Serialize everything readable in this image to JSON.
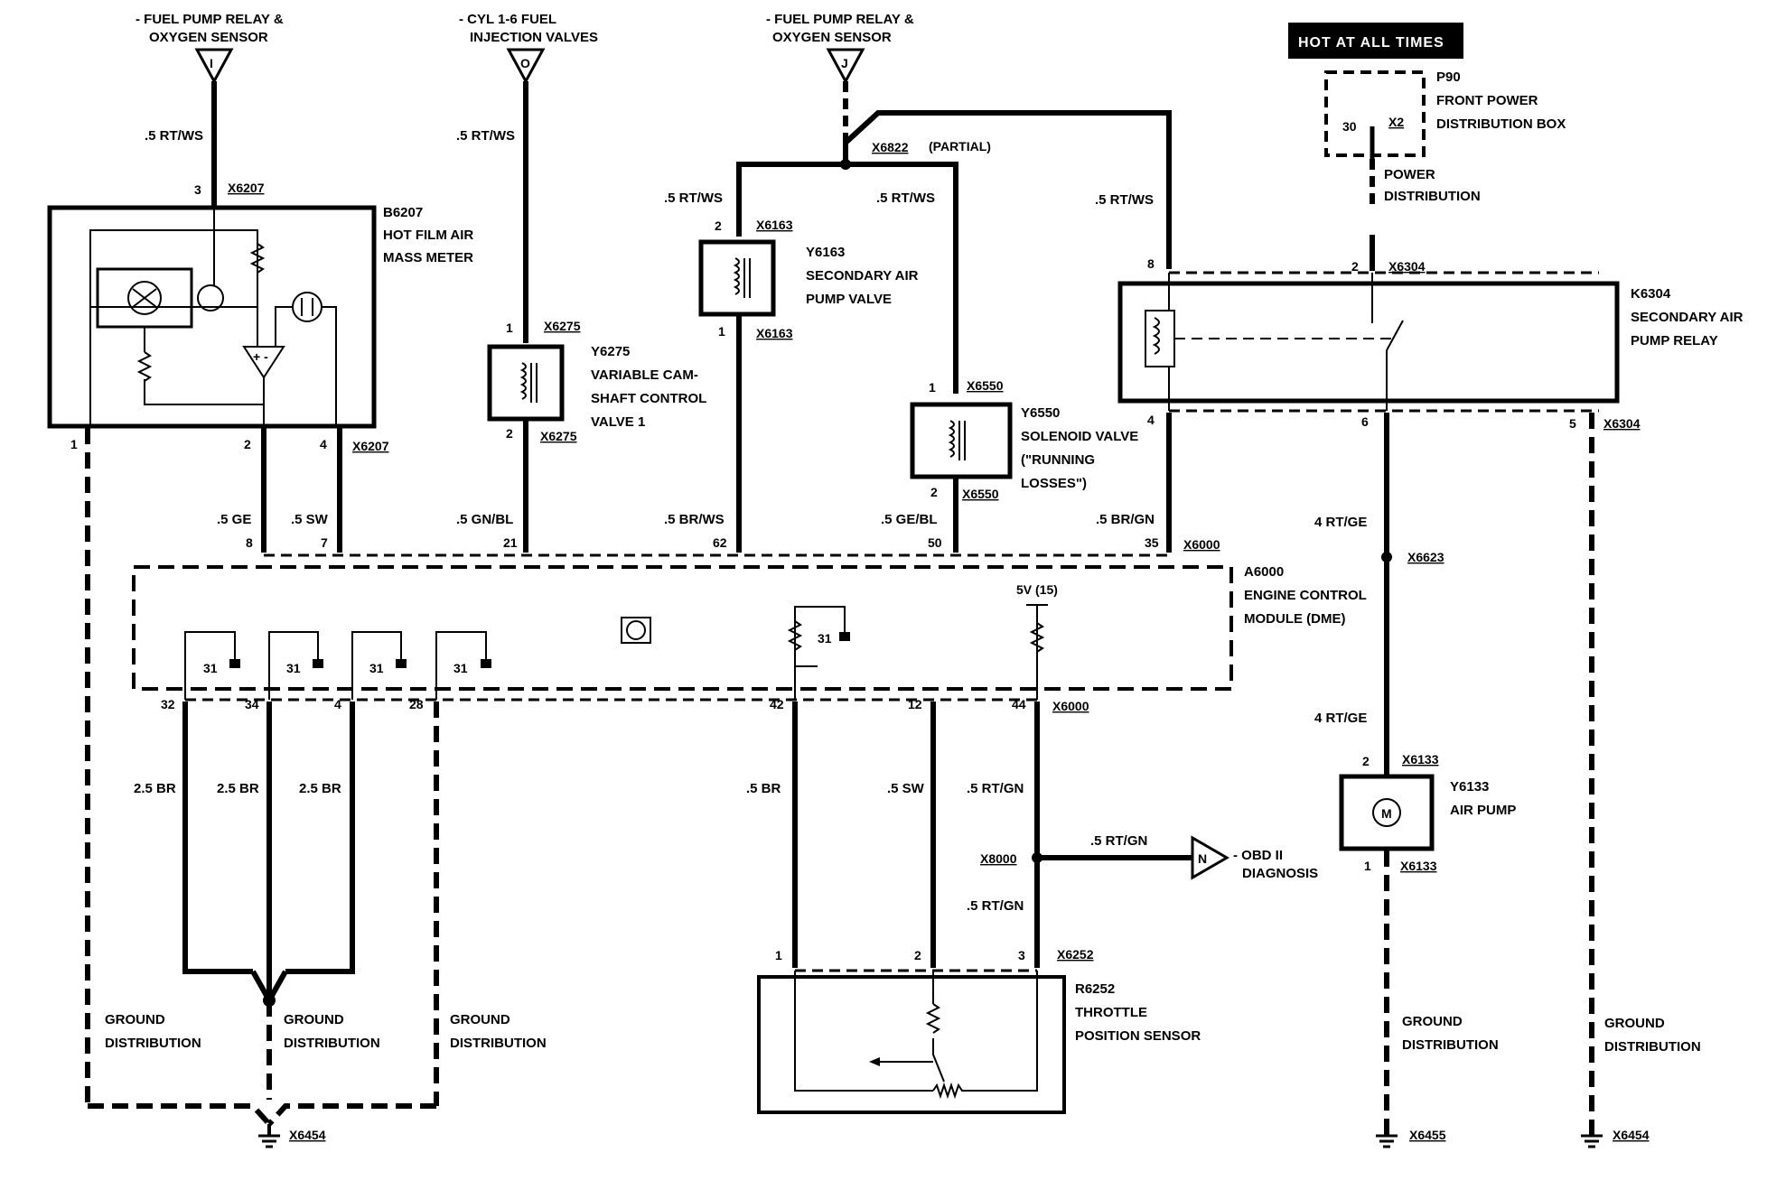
{
  "connectors": {
    "top_left": {
      "letter": "I",
      "lines": [
        "- FUEL PUMP RELAY &",
        "OXYGEN SENSOR"
      ]
    },
    "top_cyl": {
      "letter": "O",
      "lines": [
        "- CYL 1-6 FUEL",
        "INJECTION VALVES"
      ]
    },
    "top_mid": {
      "letter": "J",
      "lines": [
        "- FUEL PUMP RELAY &",
        "OXYGEN SENSOR"
      ]
    },
    "obd": {
      "letter": "N",
      "lines": [
        "- OBD II",
        "DIAGNOSIS"
      ]
    }
  },
  "hot_label": "HOT AT ALL TIMES",
  "components": {
    "p90": {
      "lines": [
        "P90",
        "FRONT POWER",
        "DISTRIBUTION BOX"
      ],
      "pin": "30",
      "conn": "X2"
    },
    "power_dist": {
      "lines": [
        "POWER",
        "DISTRIBUTION"
      ]
    },
    "b6207": {
      "lines": [
        "B6207",
        "HOT FILM AIR",
        "MASS METER"
      ]
    },
    "y6275": {
      "lines": [
        "Y6275",
        "VARIABLE CAM-",
        "SHAFT CONTROL",
        "VALVE 1"
      ]
    },
    "y6163": {
      "lines": [
        "Y6163",
        "SECONDARY AIR",
        "PUMP VALVE"
      ]
    },
    "y6550": {
      "lines": [
        "Y6550",
        "SOLENOID VALVE",
        "(\"RUNNING",
        "LOSSES\")"
      ]
    },
    "k6304": {
      "lines": [
        "K6304",
        "SECONDARY AIR",
        "PUMP RELAY"
      ]
    },
    "a6000": {
      "lines": [
        "A6000",
        "ENGINE CONTROL",
        "MODULE (DME)"
      ],
      "supply": "5V (15)",
      "ground": "31"
    },
    "y6133": {
      "lines": [
        "Y6133",
        "AIR PUMP"
      ]
    },
    "r6252": {
      "lines": [
        "R6252",
        "THROTTLE",
        "POSITION SENSOR"
      ]
    },
    "splice_partial": "(PARTIAL)"
  },
  "ground_distribution": {
    "lines": [
      "GROUND",
      "DISTRIBUTION"
    ]
  },
  "connector_ids": {
    "x6207": "X6207",
    "x6275": "X6275",
    "x6163": "X6163",
    "x6550": "X6550",
    "x6822": "X6822",
    "x6304": "X6304",
    "x6000": "X6000",
    "x6623": "X6623",
    "x6133": "X6133",
    "x8000": "X8000",
    "x6252": "X6252",
    "x6454": "X6454",
    "x6455": "X6455"
  },
  "wires": {
    "rtws": ".5 RT/WS",
    "ge": ".5 GE",
    "sw": ".5 SW",
    "gnbl": ".5 GN/BL",
    "brws": ".5 BR/WS",
    "gebl": ".5 GE/BL",
    "brgn": ".5 BR/GN",
    "rtge4": "4 RT/GE",
    "br25": "2.5 BR",
    "br": ".5 BR",
    "rtgn": ".5 RT/GN"
  },
  "pins": {
    "b6207_3": "3",
    "b6207_1": "1",
    "b6207_2": "2",
    "b6207_4": "4",
    "y6275_1": "1",
    "y6275_2": "2",
    "y6163_2": "2",
    "y6163_1": "1",
    "y6550_1": "1",
    "y6550_2": "2",
    "k6304_8": "8",
    "k6304_2": "2",
    "k6304_4": "4",
    "k6304_6": "6",
    "k6304_5": "5",
    "ecm_8": "8",
    "ecm_7": "7",
    "ecm_21": "21",
    "ecm_62": "62",
    "ecm_50": "50",
    "ecm_35": "35",
    "ecm_32": "32",
    "ecm_34": "34",
    "ecm_4": "4",
    "ecm_28": "28",
    "ecm_42": "42",
    "ecm_12": "12",
    "ecm_44": "44",
    "y6133_2": "2",
    "y6133_1": "1",
    "r6252_1": "1",
    "r6252_2": "2",
    "r6252_3": "3"
  }
}
